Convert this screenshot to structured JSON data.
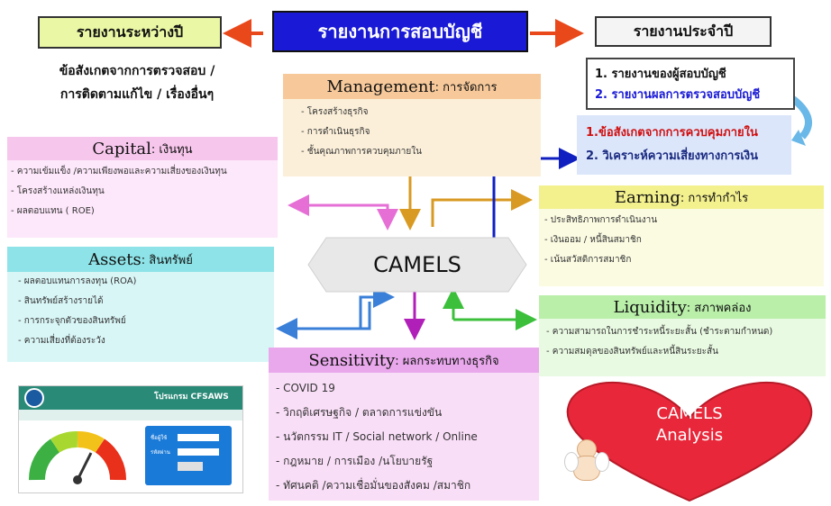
{
  "title": "รายงานการสอบบัญชี",
  "interim_report": "รายงานระหว่างปี",
  "interim_note": [
    "ข้อสังเกตจากการตรวจสอบ /",
    "การติดตามแก้ไข / เรื่องอื่นๆ"
  ],
  "annual_report": "รายงานประจำปี",
  "annual_items": [
    "1. รายงานของผู้สอบบัญชี",
    "2. รายงานผลการตรวจสอบบัญชี"
  ],
  "annual_sub_items": [
    "1.ข้อสังเกตจากการควบคุมภายใน",
    "2. วิเคราะห์ความเสี่ยงทางการเงิน"
  ],
  "center": "CAMELS",
  "panels": {
    "management": {
      "letter": "Management",
      "thai": " : การจัดการ",
      "items": [
        "โครงสร้างธุรกิจ",
        "การดำเนินธุรกิจ",
        "ชั้นคุณภาพการควบคุมภายใน"
      ]
    },
    "capital": {
      "letter": "Capital",
      "thai": " : เงินทุน",
      "items": [
        "ความเข้มแข็ง /ความเพียงพอและความเสี่ยงของเงินทุน",
        "โครงสร้างแหล่งเงินทุน",
        "ผลตอบแทน ( ROE)"
      ]
    },
    "assets": {
      "letter": "Assets",
      "thai": " : สินทรัพย์",
      "items": [
        "ผลตอบแทนการลงทุน (ROA)",
        "สินทรัพย์สร้างรายได้",
        "การกระจุกตัวของสินทรัพย์",
        "ความเสี่ยงที่ต้องระวัง"
      ]
    },
    "earning": {
      "letter": "Earning",
      "thai": " : การทำกำไร",
      "items": [
        "ประสิทธิภาพการดำเนินงาน",
        "เงินออม / หนี้สินสมาชิก",
        "เน้นสวัสดิการสมาชิก"
      ]
    },
    "liquidity": {
      "letter": "Liquidity",
      "thai": " : สภาพคล่อง",
      "items": [
        "ความสามารถในการชำระหนี้ระยะสั้น (ชำระตามกำหนด)",
        "ความสมดุลของสินทรัพย์และหนี้สินระยะสั้น"
      ]
    },
    "sensitivity": {
      "letter": "Sensitivity",
      "thai": " : ผลกระทบทางธุรกิจ",
      "items": [
        "COVID 19",
        "วิกฤติเศรษฐกิจ / ตลาดการแข่งขัน",
        "นวัตกรรม IT / Social network / Online",
        "กฎหมาย / การเมือง /นโยบายรัฐ",
        "ทัศนคติ /ความเชื่อมั่นของสังคม /สมาชิก"
      ]
    }
  },
  "program": {
    "title": "โปรแกรม CFSAWS",
    "fields": [
      "ชื่อผู้ใช้",
      "รหัสผ่าน"
    ]
  },
  "heart_text": [
    "CAMELS",
    "Analysis"
  ],
  "colors": {
    "title_bg": "#1a1ad6",
    "green_box": "#eaf7a4",
    "management_bg": "#fbefd9",
    "management_title": "#f7c99a",
    "capital_title": "#f7c6ec",
    "capital_bg": "#fde7fa",
    "assets_title": "#8de3e7",
    "assets_bg": "#d9f6f7",
    "earning_title": "#f3f08e",
    "earning_bg": "#fbfbe2",
    "liquidity_title": "#b9efa9",
    "liquidity_bg": "#e9fae2",
    "sensitivity_title": "#e9a8ec",
    "sensitivity_bg": "#f9def7",
    "annual_sub_bg": "#dbe6fb",
    "heart": "#e8283a"
  }
}
